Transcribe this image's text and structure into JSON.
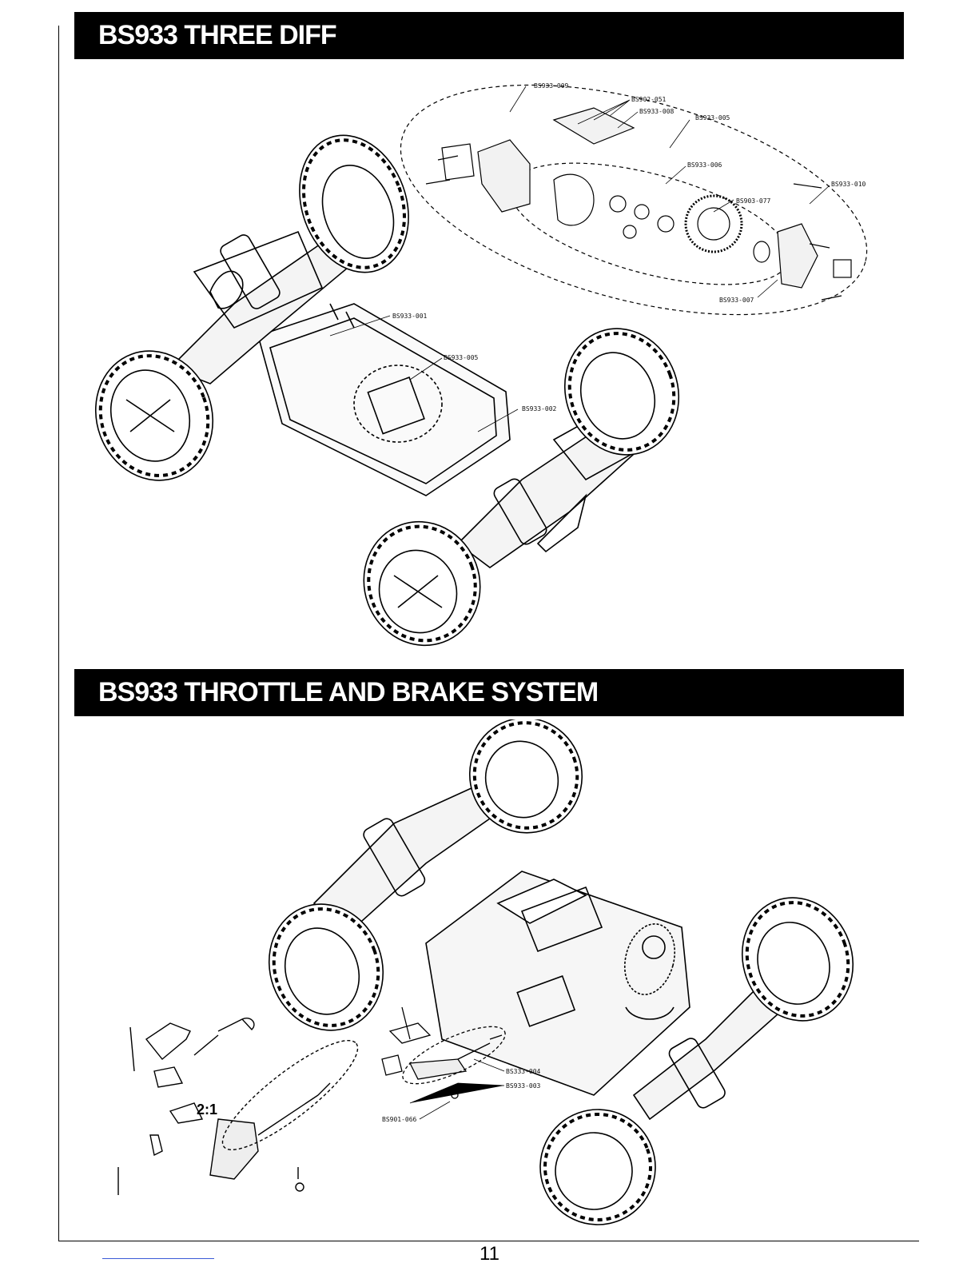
{
  "sections": {
    "diff": {
      "title": "BS933 THREE DIFF"
    },
    "throttle": {
      "title": "BS933 THROTTLE AND BRAKE SYSTEM"
    }
  },
  "diff_callouts": {
    "c009": "BS933-009",
    "c051": "BS902-051",
    "c008": "BS933-008",
    "c005a": "BS933-005",
    "c006": "BS933-006",
    "c010": "BS933-010",
    "c077": "BS903-077",
    "c007": "BS933-007",
    "c001": "BS933-001",
    "c005b": "BS933-005",
    "c002": "BS933-002"
  },
  "throttle_callouts": {
    "c004": "BS333-004",
    "c003": "BS933-003",
    "c066": "BS901-066"
  },
  "ratio_label": "2:1",
  "page_number": "11"
}
